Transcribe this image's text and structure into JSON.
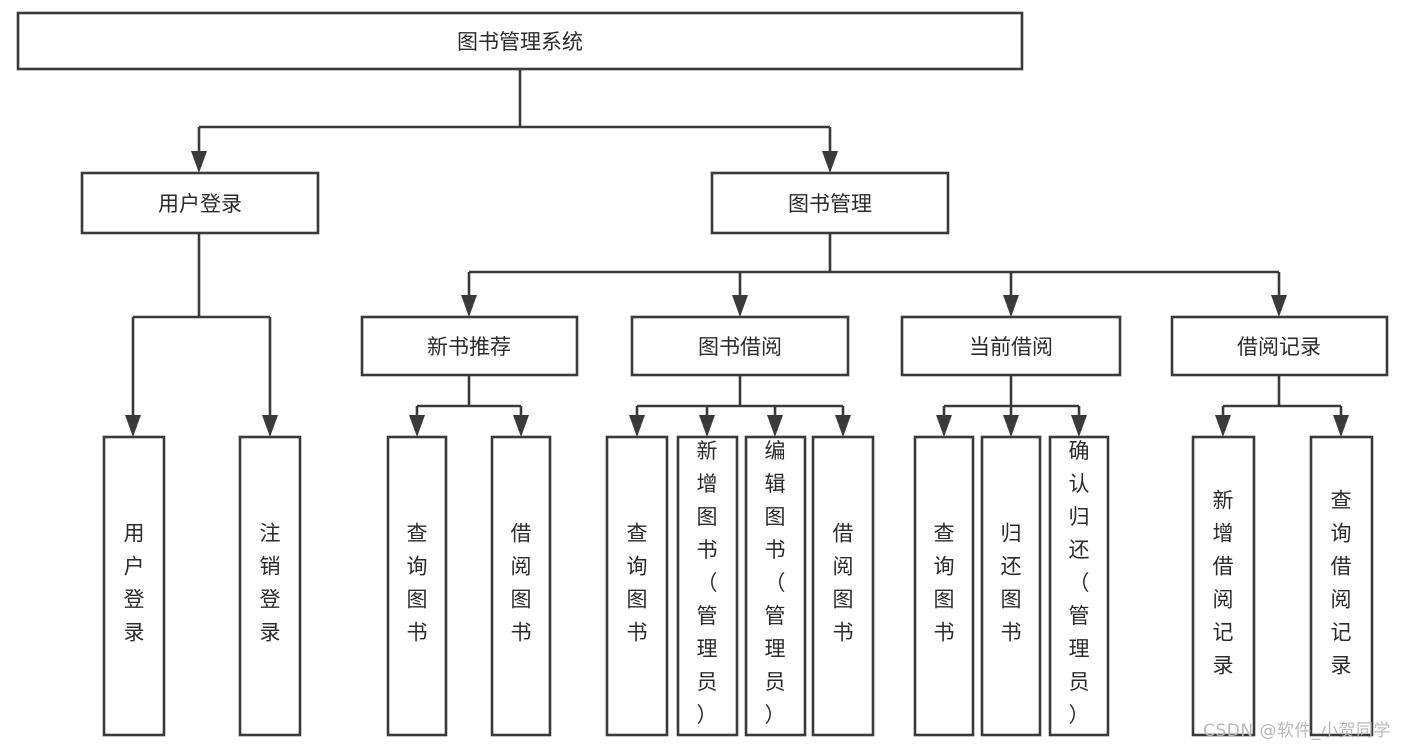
{
  "diagram": {
    "type": "tree-hierarchy",
    "orientation": "top-down",
    "title": "图书管理系统",
    "background_color": "#ffffff",
    "line_color": "#3a3a3a",
    "text_color": "#2b2b2b",
    "levels": 4,
    "nodes": {
      "root": {
        "label": "图书管理系统"
      },
      "level2": [
        {
          "label": "用户登录"
        },
        {
          "label": "图书管理"
        }
      ],
      "level3": [
        {
          "label": "新书推荐"
        },
        {
          "label": "图书借阅"
        },
        {
          "label": "当前借阅"
        },
        {
          "label": "借阅记录"
        }
      ],
      "leaves_user_login": [
        {
          "label": "用户登录"
        },
        {
          "label": "注销登录"
        }
      ],
      "leaves_new_book": [
        {
          "label": "查询图书"
        },
        {
          "label": "借阅图书"
        }
      ],
      "leaves_borrow": [
        {
          "label": "查询图书"
        },
        {
          "label": "新增图书（管理员）"
        },
        {
          "label": "编辑图书（管理员）"
        },
        {
          "label": "借阅图书"
        }
      ],
      "leaves_current": [
        {
          "label": "查询图书"
        },
        {
          "label": "归还图书"
        },
        {
          "label": "确认归还（管理员）"
        }
      ],
      "leaves_record": [
        {
          "label": "新增借阅记录"
        },
        {
          "label": "查询借阅记录"
        }
      ]
    },
    "edges": [
      {
        "from": "图书管理系统",
        "to": "用户登录"
      },
      {
        "from": "图书管理系统",
        "to": "图书管理"
      },
      {
        "from": "用户登录",
        "to": "用户登录"
      },
      {
        "from": "用户登录",
        "to": "注销登录"
      },
      {
        "from": "图书管理",
        "to": "新书推荐"
      },
      {
        "from": "图书管理",
        "to": "图书借阅"
      },
      {
        "from": "图书管理",
        "to": "当前借阅"
      },
      {
        "from": "图书管理",
        "to": "借阅记录"
      },
      {
        "from": "新书推荐",
        "to": "查询图书"
      },
      {
        "from": "新书推荐",
        "to": "借阅图书"
      },
      {
        "from": "图书借阅",
        "to": "查询图书"
      },
      {
        "from": "图书借阅",
        "to": "新增图书（管理员）"
      },
      {
        "from": "图书借阅",
        "to": "编辑图书（管理员）"
      },
      {
        "from": "图书借阅",
        "to": "借阅图书"
      },
      {
        "from": "当前借阅",
        "to": "查询图书"
      },
      {
        "from": "当前借阅",
        "to": "归还图书"
      },
      {
        "from": "当前借阅",
        "to": "确认归还（管理员）"
      },
      {
        "from": "借阅记录",
        "to": "新增借阅记录"
      },
      {
        "from": "借阅记录",
        "to": "查询借阅记录"
      }
    ]
  },
  "watermark": {
    "text": "CSDN @软件_小贺同学"
  }
}
